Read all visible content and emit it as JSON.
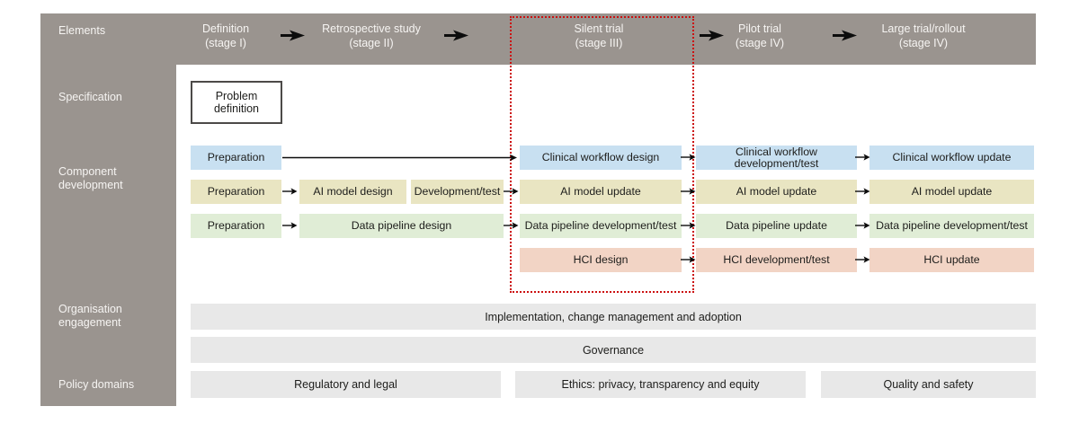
{
  "header": {
    "elements_label": "Elements",
    "stages": [
      {
        "name": "Definition",
        "stage": "(stage I)"
      },
      {
        "name": "Retrospective study",
        "stage": "(stage II)"
      },
      {
        "name": "Silent trial",
        "stage": "(stage III)"
      },
      {
        "name": "Pilot trial",
        "stage": "(stage IV)"
      },
      {
        "name": "Large trial/rollout",
        "stage": "(stage IV)"
      }
    ]
  },
  "sidebar": {
    "specification": "Specification",
    "component_development": "Component development",
    "organisation_engagement": "Organisation engagement",
    "policy_domains": "Policy domains"
  },
  "specification_row": {
    "problem_definition": "Problem definition"
  },
  "clinical_row": {
    "c1": "Preparation",
    "c3": "Clinical workflow design",
    "c4": "Clinical workflow development/test",
    "c5": "Clinical workflow update"
  },
  "ai_row": {
    "c1": "Preparation",
    "c2a": "AI model design",
    "c2b": "Development/test",
    "c3": "AI model update",
    "c4": "AI model update",
    "c5": "AI model update"
  },
  "data_row": {
    "c1": "Preparation",
    "c2": "Data pipeline design",
    "c3": "Data pipeline development/test",
    "c4": "Data pipeline update",
    "c5": "Data pipeline development/test"
  },
  "hci_row": {
    "c3": "HCI design",
    "c4": "HCI development/test",
    "c5": "HCI update"
  },
  "organisation_row": {
    "implementation": "Implementation, change management and adoption",
    "governance": "Governance"
  },
  "policy_row": {
    "regulatory": "Regulatory and legal",
    "ethics": "Ethics: privacy, transparency and equity",
    "quality": "Quality and safety"
  },
  "colors": {
    "frame_gray": "#9a948f",
    "clinical_blue": "#c8e0f1",
    "ai_khaki": "#e9e5c2",
    "data_green": "#e0edd6",
    "hci_pink": "#f2d4c5",
    "band_gray": "#e8e8e8",
    "highlight_red": "#cc1111",
    "text_dark": "#1d1d1b",
    "text_light": "#f6f4f2"
  }
}
